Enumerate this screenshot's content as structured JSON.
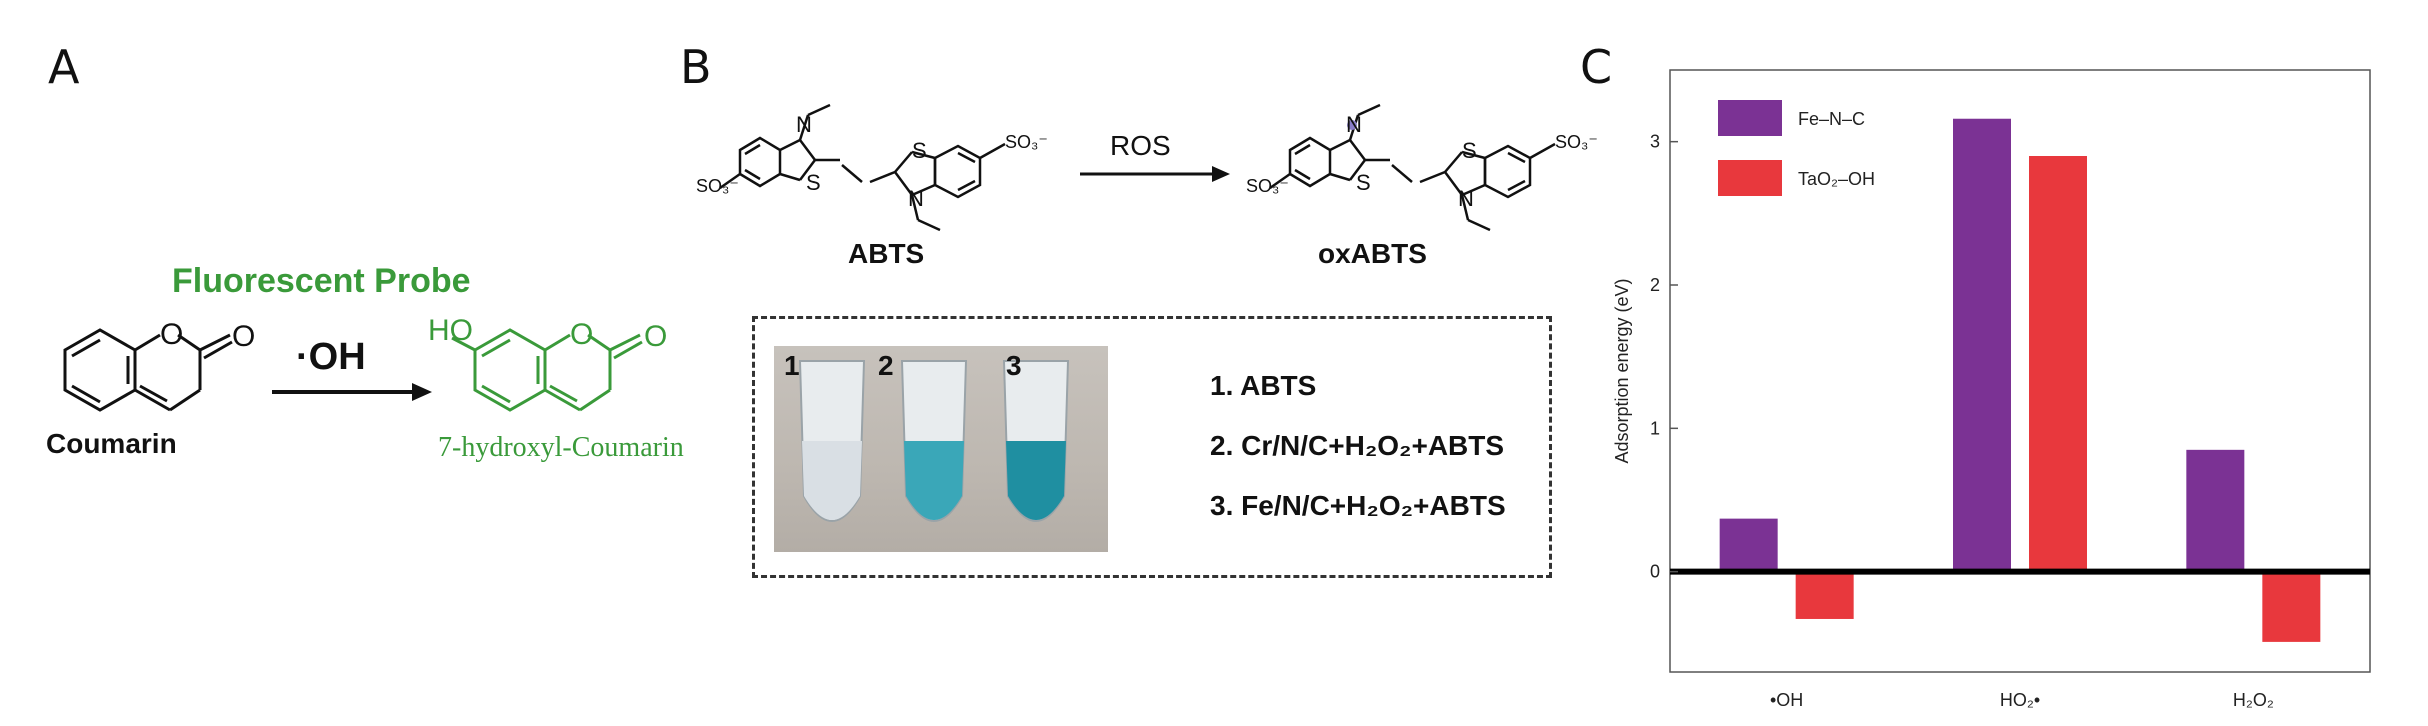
{
  "panels": {
    "a_label": "A",
    "b_label": "B",
    "c_label": "C"
  },
  "panel_a": {
    "probe_title": "Fluorescent Probe",
    "reagent": "·OH",
    "reactant_name": "Coumarin",
    "product_name": "7-hydroxyl-Coumarin",
    "atom_O": "O",
    "atom_HO": "HO",
    "color_green": "#3a9a3a"
  },
  "panel_b": {
    "reactant_name": "ABTS",
    "product_name": "oxABTS",
    "arrow_label": "ROS",
    "tube_labels": [
      "1",
      "2",
      "3"
    ],
    "legend_items": [
      "1. ABTS",
      "2. Cr/N/C+H₂O₂+ABTS",
      "3. Fe/N/C+H₂O₂+ABTS"
    ],
    "atom_labels": {
      "N": "N",
      "S": "S",
      "so3": "SO₃⁻"
    },
    "tube_colors": [
      "#d9dfe4",
      "#3aa7b8",
      "#1f8fa1"
    ]
  },
  "chart_data": {
    "type": "bar",
    "categories": [
      "•OH",
      "HO₂•",
      "H₂O₂"
    ],
    "series": [
      {
        "name": "Fe–N–C",
        "color": "#7b3294",
        "values": [
          0.37,
          3.16,
          0.85
        ]
      },
      {
        "name": "TaO₂–OH",
        "color": "#e8383d",
        "values": [
          -0.33,
          2.9,
          -0.49
        ]
      }
    ],
    "ylabel": "Adsorption energy (eV)",
    "ylim": [
      -0.7,
      3.5
    ],
    "yticks": [
      0,
      1,
      2,
      3
    ],
    "legend_position": "top-left",
    "grid": false
  }
}
